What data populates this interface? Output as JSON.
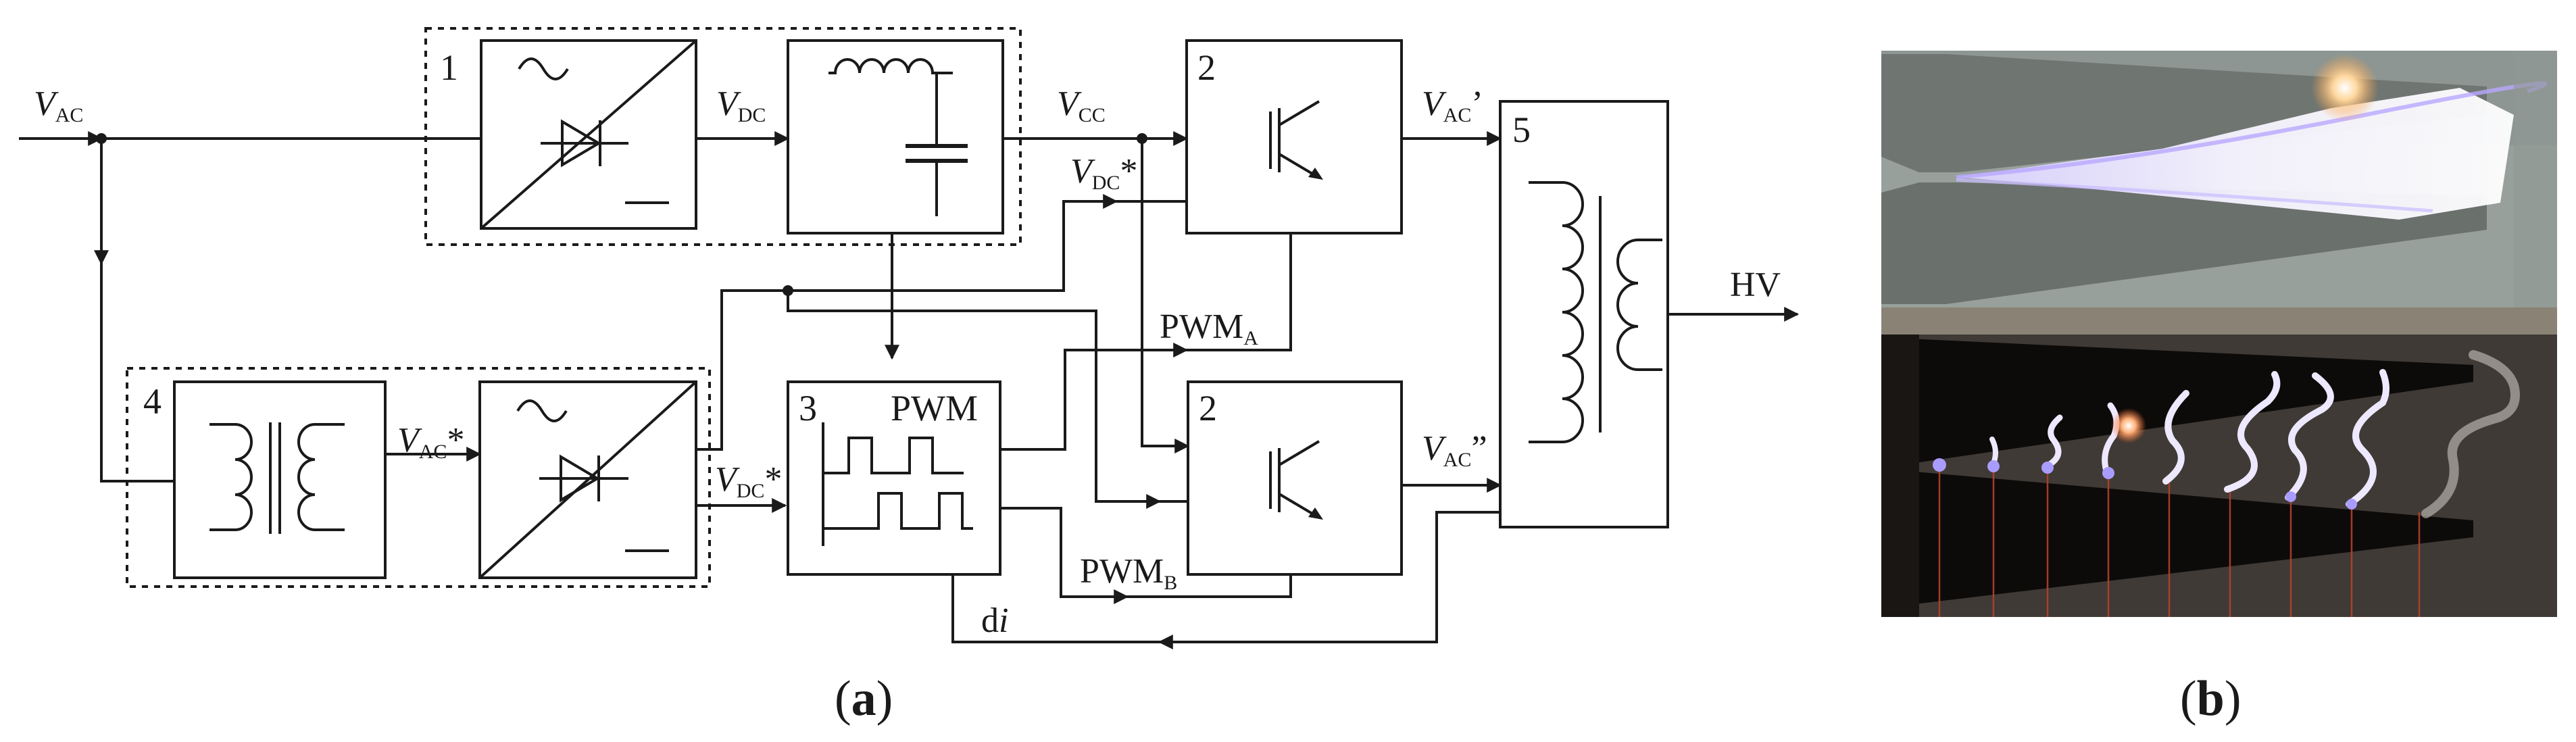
{
  "panel_a": {
    "caption_letter": "a",
    "signals": {
      "vac": {
        "sym": "V",
        "sub": "AC",
        "post": ""
      },
      "vdc": {
        "sym": "V",
        "sub": "DC",
        "post": ""
      },
      "vcc": {
        "sym": "V",
        "sub": "CC",
        "post": ""
      },
      "vdcstar_top": {
        "sym": "V",
        "sub": "DC",
        "post": "*"
      },
      "vacp": {
        "sym": "V",
        "sub": "AC",
        "post": "’"
      },
      "vacpp": {
        "sym": "V",
        "sub": "AC",
        "post": "”"
      },
      "vacstar": {
        "sym": "V",
        "sub": "AC",
        "post": "*"
      },
      "vdcstar_bot": {
        "sym": "V",
        "sub": "DC",
        "post": "*"
      },
      "pwma": {
        "sym": "PWM",
        "sub": "A"
      },
      "pwmb": {
        "sym": "PWM",
        "sub": "B"
      },
      "di": {
        "pre": "d",
        "ital": "i"
      },
      "hv": "HV"
    },
    "blocks": {
      "group1": "1",
      "inverter_top": "2",
      "inverter_bottom": "2",
      "controller_num": "3",
      "controller_title": "PWM",
      "aux_group": "4",
      "transformer": "5"
    }
  },
  "panel_b": {
    "caption_letter": "b"
  }
}
